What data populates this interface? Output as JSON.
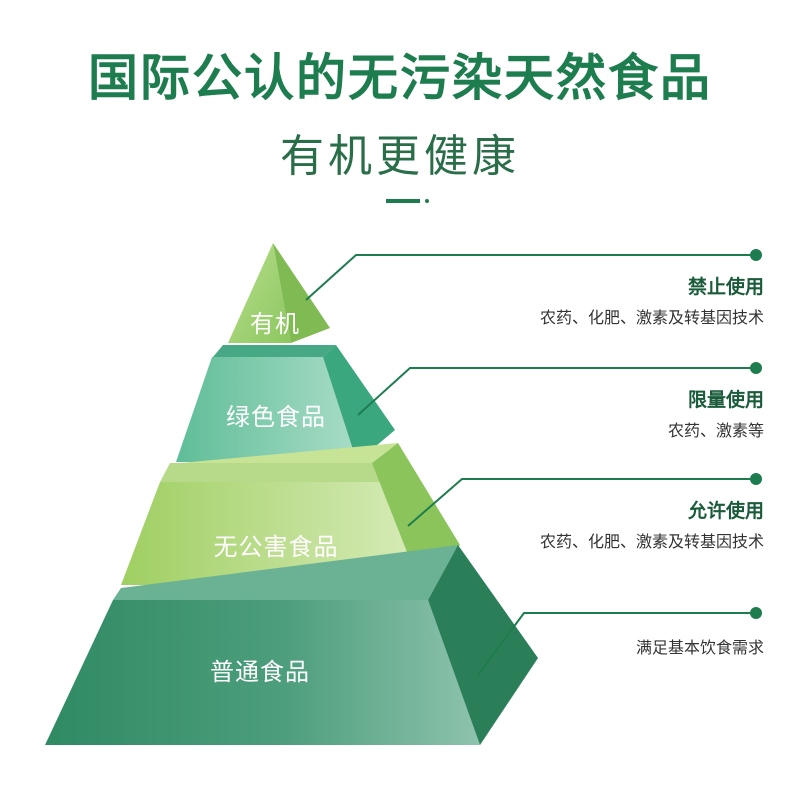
{
  "header": {
    "title": "国际公认的无污染天然食品",
    "subtitle": "有机更健康"
  },
  "tiers": [
    {
      "label": "有机",
      "info_title": "禁止使用",
      "info_desc": "农药、化肥、激素及转基因技术"
    },
    {
      "label": "绿色食品",
      "info_title": "限量使用",
      "info_desc": "农药、激素等"
    },
    {
      "label": "无公害食品",
      "info_title": "允许使用",
      "info_desc": "农药、化肥、激素及转基因技术"
    },
    {
      "label": "普通食品",
      "info_title": "",
      "info_desc": "满足基本饮食需求"
    }
  ],
  "colors": {
    "title": "#1e7d4f",
    "organic": "#8cc660",
    "green_food": "#5bb997",
    "pollution_free": "#a8d26f",
    "ordinary": "#2f8a62",
    "leader_line": "#1e7d4f"
  }
}
